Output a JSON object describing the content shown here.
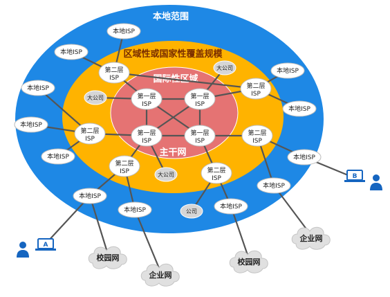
{
  "regions": {
    "local": "本地范围",
    "regional": "区域性或国家性覆盖规模",
    "international": "国际性区域",
    "backbone": "主干网"
  },
  "tier1_label": "第一层\nISP",
  "tier2_label": "第二层\nISP",
  "local_isp_label": "本地ISP",
  "corp_big_label": "大公司",
  "corp_small_label": "公司",
  "clouds": {
    "campus": "校园网",
    "enterprise": "企业网"
  },
  "hosts": {
    "a": "A",
    "b": "B"
  },
  "colors": {
    "local_region": "#1e88e5",
    "regional_region": "#ffb300",
    "international_region": "#e57373",
    "node_fill": "#ffffff",
    "corp_fill": "#d6d6d6",
    "link": "#555555",
    "host": "#1565c0"
  }
}
